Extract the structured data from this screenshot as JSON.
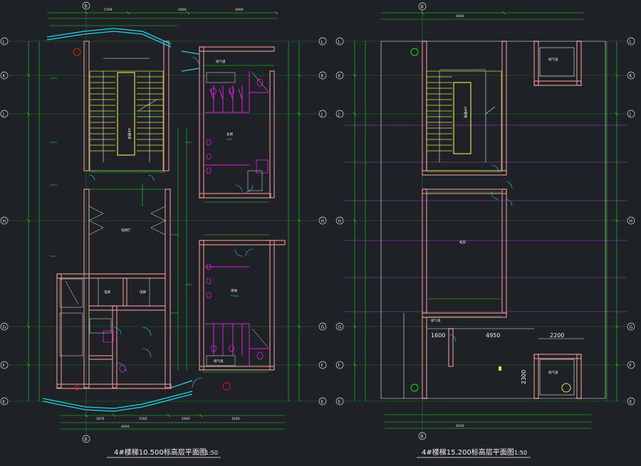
{
  "left_plan": {
    "title": "4#楼梯10.500标高层平面图",
    "scale": "1:50",
    "top_axis": "B",
    "bottom_axis": "B",
    "left_axes": [
      "L",
      "K",
      "J",
      "H",
      "G",
      "F",
      "E"
    ],
    "right_axes": [
      "L",
      "K",
      "J",
      "H",
      "G",
      "F",
      "E"
    ],
    "top_dims": [
      "5700",
      "2900",
      "4000"
    ],
    "bottom_dims": [
      "1870",
      "1500",
      "2900",
      "3200"
    ],
    "bottom_total": "4400",
    "rooms": {
      "upper_toilet_name": "女厕",
      "upper_toilet_code": "FW9",
      "lower_toilet_name": "男厕",
      "lower_toilet_code": "FW10",
      "lobby_name": "电梯厅",
      "elevator_a": "电梯",
      "elevator_b": "电梯",
      "stair_label": "4#楼梯",
      "shaft_label": "排气道"
    }
  },
  "right_plan": {
    "title": "4#楼梯15.200标高层平面图",
    "scale": "1:50",
    "top_axis": "B",
    "bottom_axis": "B",
    "left_axes": [
      "L",
      "K",
      "J",
      "H",
      "G",
      "F",
      "E"
    ],
    "right_axes": [
      "L",
      "K",
      "J",
      "H",
      "G",
      "F",
      "E"
    ],
    "top_dim": "4400",
    "bottom_total": "4400",
    "mid_dims": [
      "1600",
      "4950",
      "2200"
    ],
    "vertical_dim": "2300",
    "rooms": {
      "stair_label": "4#楼梯",
      "machine_room": "机房",
      "shaft_label": "排气道"
    }
  }
}
